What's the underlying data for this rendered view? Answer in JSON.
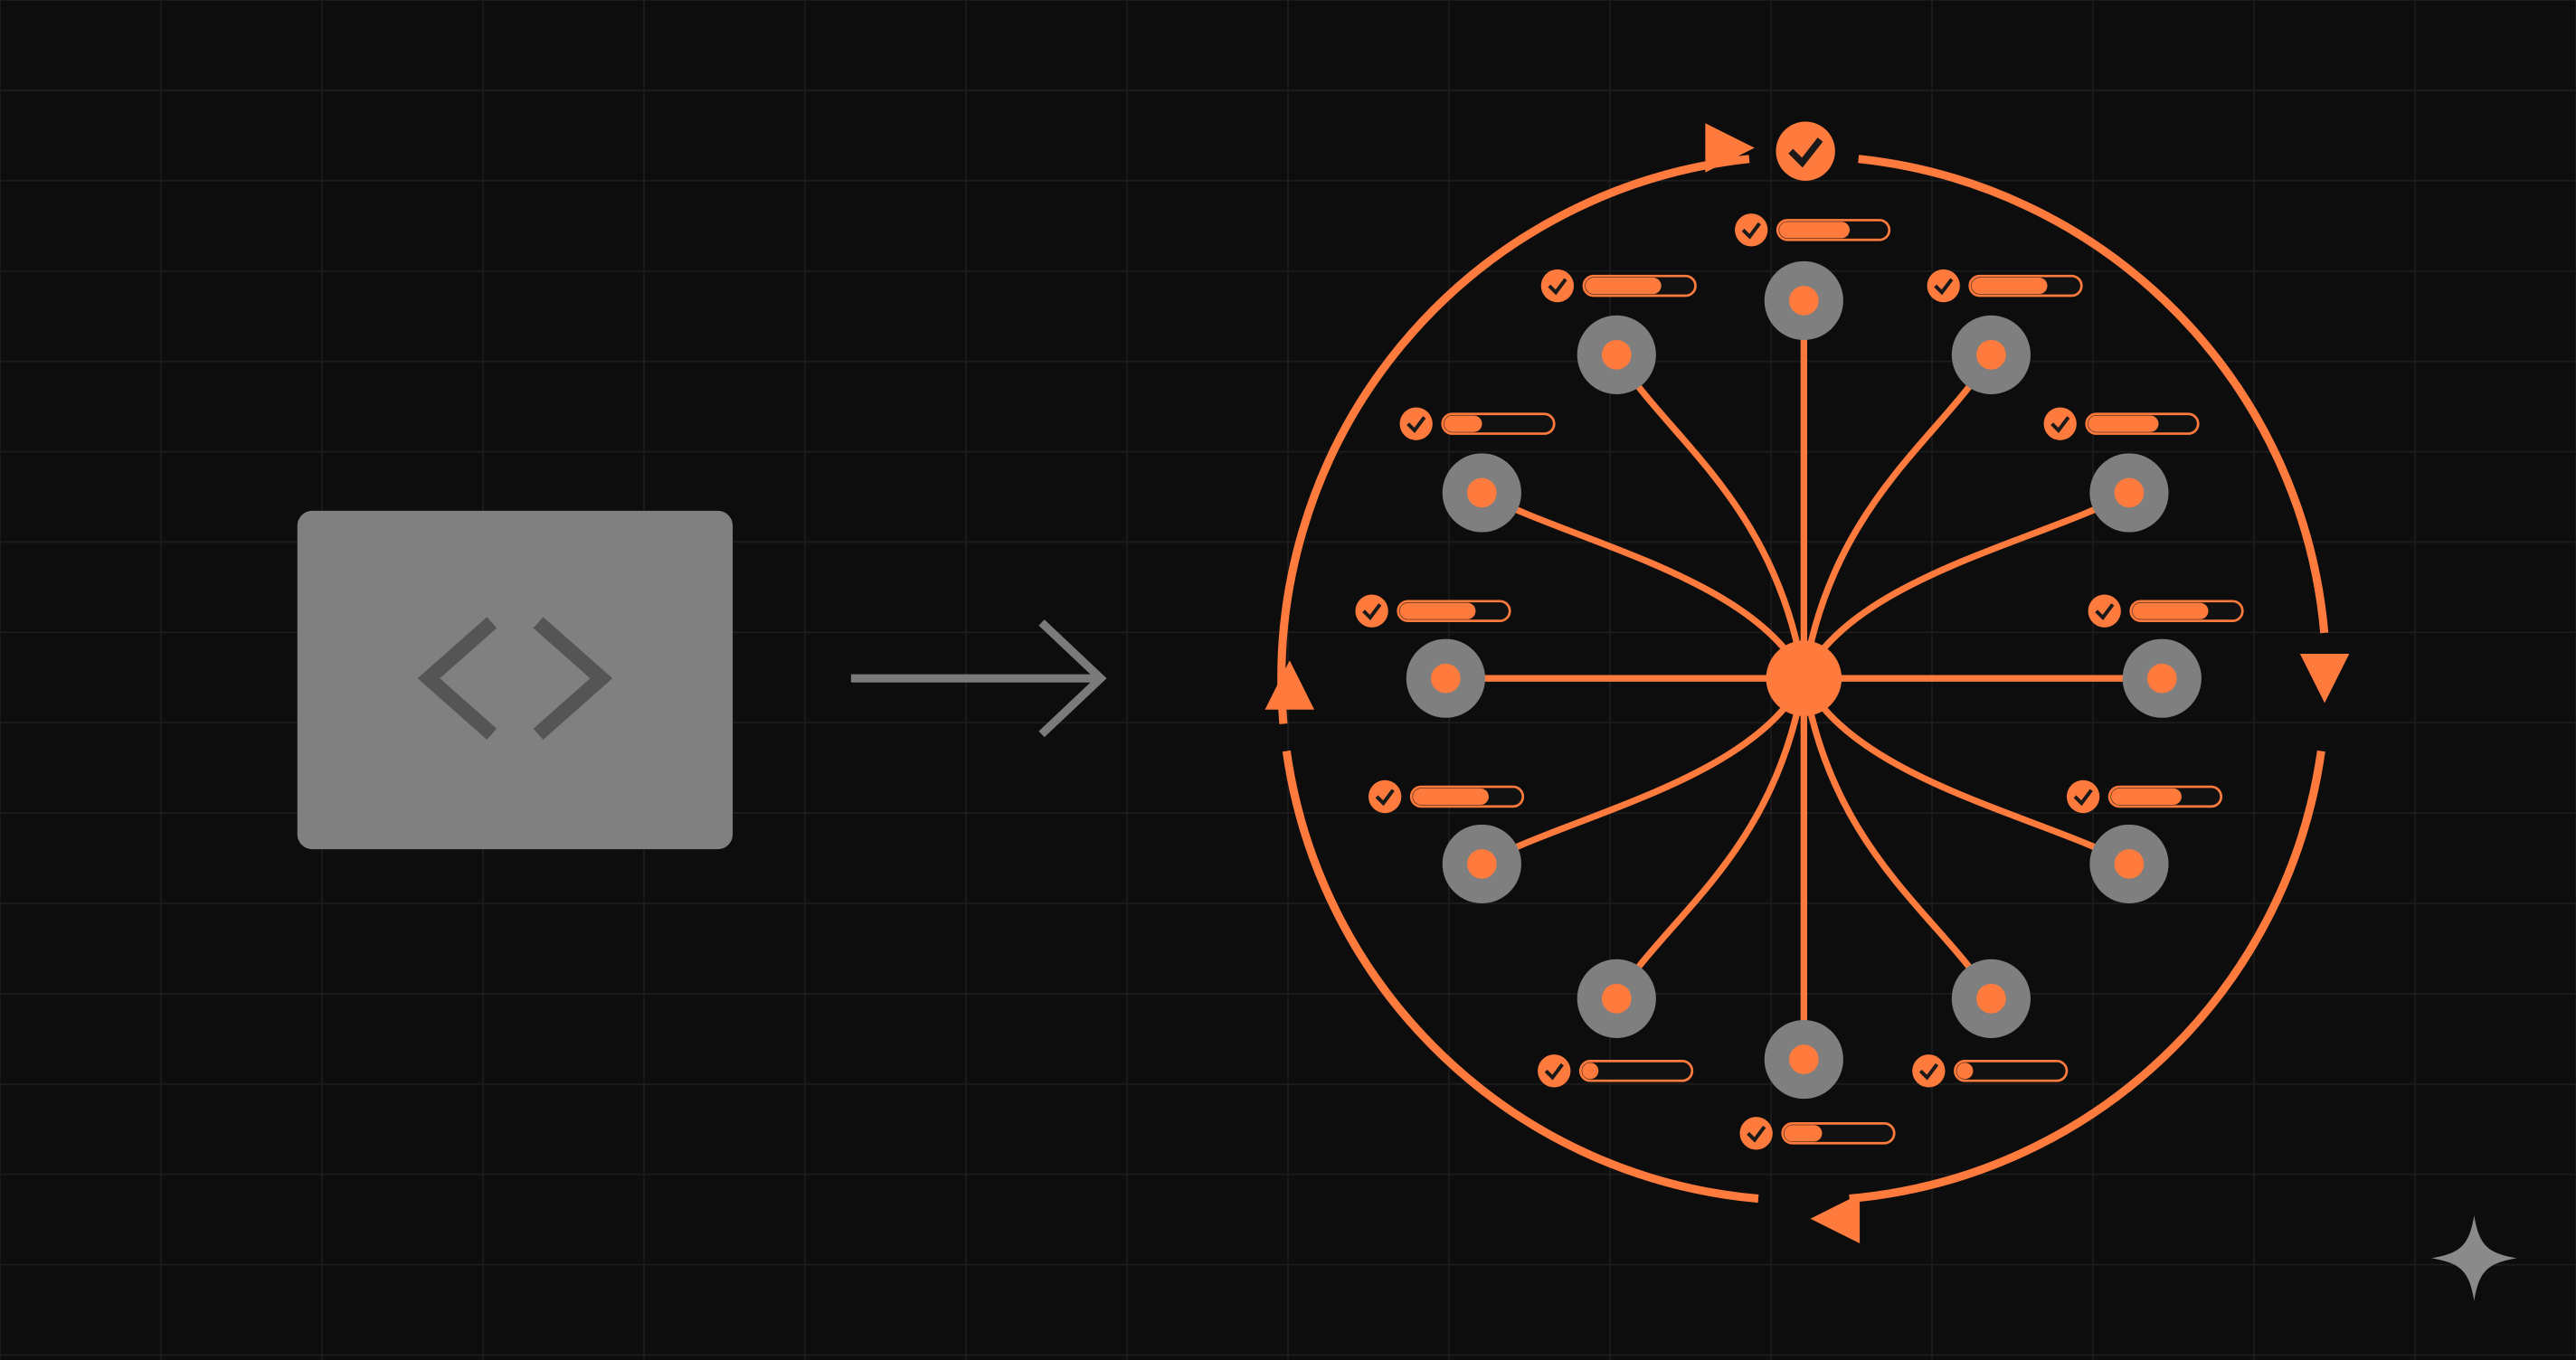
{
  "colors": {
    "background": "#0d0d0d",
    "grid": "#1c1c1c",
    "accent": "#ff7a3d",
    "node_gray": "#7f7f7f",
    "panel_gray": "#808080",
    "icon_dark": "#555555",
    "arrow_gray": "#7a7a7a",
    "sparkle": "#8a8a8a"
  },
  "source_panel": {
    "icon": "code-brackets-icon"
  },
  "transition_arrow": {
    "icon": "arrow-right-icon"
  },
  "cycle": {
    "top_badge_icon": "check-circle-icon",
    "direction": "clockwise"
  },
  "workers": [
    {
      "position": "top",
      "progress": 0.65
    },
    {
      "position": "upper-right",
      "progress": 0.7
    },
    {
      "position": "right-upper",
      "progress": 0.65
    },
    {
      "position": "right",
      "progress": 0.7
    },
    {
      "position": "right-lower",
      "progress": 0.65
    },
    {
      "position": "lower-right",
      "progress": 0.15
    },
    {
      "position": "bottom",
      "progress": 0.35
    },
    {
      "position": "lower-left",
      "progress": 0.15
    },
    {
      "position": "left-lower",
      "progress": 0.7
    },
    {
      "position": "left",
      "progress": 0.7
    },
    {
      "position": "left-upper",
      "progress": 0.35
    },
    {
      "position": "upper-left",
      "progress": 0.7
    }
  ],
  "corner_icon": "sparkle-icon"
}
